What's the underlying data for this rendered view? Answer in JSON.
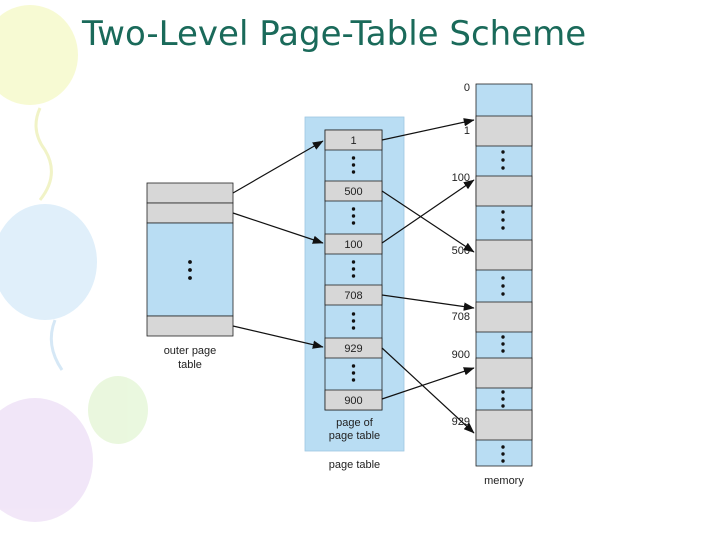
{
  "title": "Two-Level Page-Table Scheme",
  "colors": {
    "title": "#1a6a5a",
    "box_fill": "#b9ddf3",
    "gray_fill": "#d7d7d7",
    "stroke": "#222222",
    "arrow": "#111111"
  },
  "decorations": [
    "balloon-yellow",
    "balloon-blue",
    "balloon-violet",
    "balloon-green"
  ],
  "outer_table": {
    "caption_line1": "outer page",
    "caption_line2": "table",
    "entries": [
      "entry-1",
      "entry-2",
      "ellipsis",
      "entry-last"
    ]
  },
  "page_of_page_table": {
    "caption_line1": "page of",
    "caption_line2": "page table",
    "entries": [
      "1",
      "500",
      "100",
      "708",
      "929",
      "900"
    ]
  },
  "page_table_caption": "page table",
  "memory": {
    "caption": "memory",
    "frame_labels": [
      "0",
      "1",
      "100",
      "500",
      "708",
      "900",
      "929"
    ]
  }
}
